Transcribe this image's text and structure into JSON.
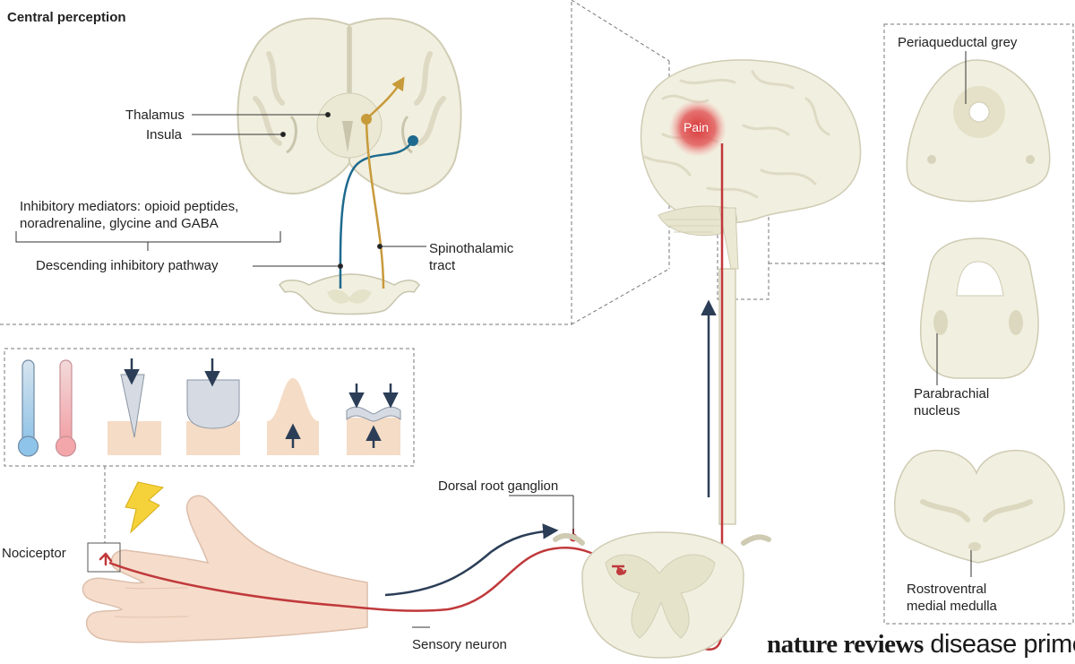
{
  "central_panel": {
    "title": "Central perception",
    "thalamus": "Thalamus",
    "insula": "Insula",
    "inhibitory_mediators": "Inhibitory mediators: opioid peptides,\nnoradrenaline, glycine and GABA",
    "descending_pathway": "Descending inhibitory pathway",
    "spinothalamic_tract": "Spinothalamic\ntract"
  },
  "brain": {
    "pain_label": "Pain"
  },
  "brainstem_panel": {
    "periaqueductal_grey": "Periaqueductal grey",
    "parabrachial_nucleus": "Parabrachial\nnucleus",
    "rostroventral_medulla": "Rostroventral\nmedial medulla"
  },
  "peripheral": {
    "nociceptor": "Nociceptor",
    "dorsal_root_ganglion": "Dorsal root ganglion",
    "sensory_neuron": "Sensory neuron"
  },
  "stimuli": [
    "cold-thermometer-icon",
    "hot-thermometer-icon",
    "sharp-needle-icon",
    "blunt-pressure-icon",
    "tissue-stretch-icon",
    "compression-icon"
  ],
  "branding": {
    "part1": "nature reviews",
    "part2": " disease primers"
  },
  "colors": {
    "tissue": "#f1efdf",
    "tissue_stroke": "#c8c5ad",
    "skin": "#f6dccb",
    "pain_red": "#c0393b",
    "descending_blue": "#1e6a8e",
    "ascending_gold": "#c79a3a",
    "arrow_navy": "#2c3e57",
    "dashed_border": "#777777"
  }
}
